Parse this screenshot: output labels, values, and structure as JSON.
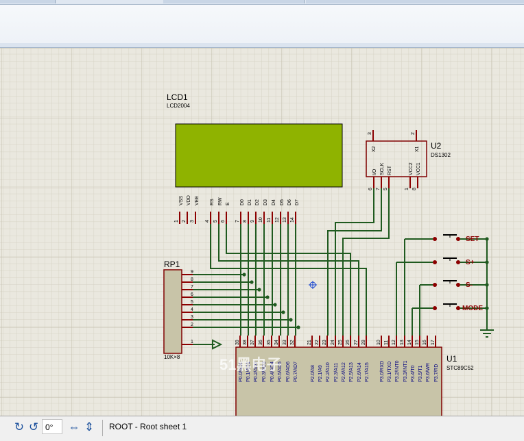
{
  "status_bar": {
    "rotation_value": "0°",
    "sheet_label": "ROOT - Root sheet 1",
    "icons": [
      "rotate-cw-icon",
      "rotate-ccw-icon",
      "mirror-horizontal-icon",
      "mirror-vertical-icon"
    ]
  },
  "schematic": {
    "lcd": {
      "ref": "LCD1",
      "value": "LCD2004",
      "color": "#8fb300",
      "pin_names": [
        "VSS",
        "VDD",
        "VEE",
        "RS",
        "RW",
        "E",
        "D0",
        "D1",
        "D2",
        "D3",
        "D4",
        "D5",
        "D6",
        "D7"
      ],
      "pin_numbers": [
        "1",
        "2",
        "3",
        "4",
        "5",
        "6",
        "7",
        "8",
        "9",
        "10",
        "11",
        "12",
        "13",
        "14"
      ]
    },
    "rtc": {
      "ref": "U2",
      "value": "DS1302",
      "pin_names": [
        "X2",
        "X1",
        "I/O",
        "SCLK",
        "RST",
        "VCC2",
        "VCC1"
      ],
      "pin_numbers": [
        "3",
        "2",
        "6",
        "7",
        "5",
        "1",
        "8"
      ]
    },
    "resistor_pack": {
      "ref": "RP1",
      "value": "10K×8",
      "pin_numbers": [
        "9",
        "8",
        "7",
        "6",
        "5",
        "4",
        "3",
        "2",
        "1"
      ]
    },
    "mcu": {
      "ref": "U1",
      "value": "STC89C52",
      "port0_names": [
        "P0.0/AD0",
        "P0.1/AD1",
        "P0.2/AD2",
        "P0.3/AD3",
        "P0.4/AD4",
        "P0.5/AD5",
        "P0.6/AD6",
        "P0.7/AD7"
      ],
      "port0_numbers": [
        "39",
        "38",
        "37",
        "36",
        "35",
        "34",
        "33",
        "32"
      ],
      "port2_names": [
        "P2.0/A8",
        "P2.1/A9",
        "P2.2/A10",
        "P2.3/A11",
        "P2.4/A12",
        "P2.5/A13",
        "P2.6/A14",
        "P2.7/A15"
      ],
      "port2_numbers": [
        "21",
        "22",
        "23",
        "24",
        "25",
        "26",
        "27",
        "28"
      ],
      "port3_names": [
        "P3.0/RXD",
        "P3.1/TXD",
        "P3.2/INT0",
        "P3.3/INT1",
        "P3.4/T0",
        "P3.5/T1",
        "P3.6/WR",
        "P3.7/RD"
      ],
      "port3_numbers": [
        "10",
        "11",
        "12",
        "13",
        "14",
        "15",
        "16",
        "17"
      ]
    },
    "buttons": [
      "SET",
      "S+",
      "S-",
      "MODE"
    ],
    "watermark": "51黑电子",
    "colors": {
      "wire": "#1f5a1f",
      "pin": "#8b0000",
      "body": "#c8c4a8",
      "body_border": "#800000",
      "text": "#000080",
      "button_label": "#8b0000",
      "grid_bg": "#eae8df",
      "grid_line": "#cfcbbd",
      "probe": "#1040d0"
    }
  }
}
